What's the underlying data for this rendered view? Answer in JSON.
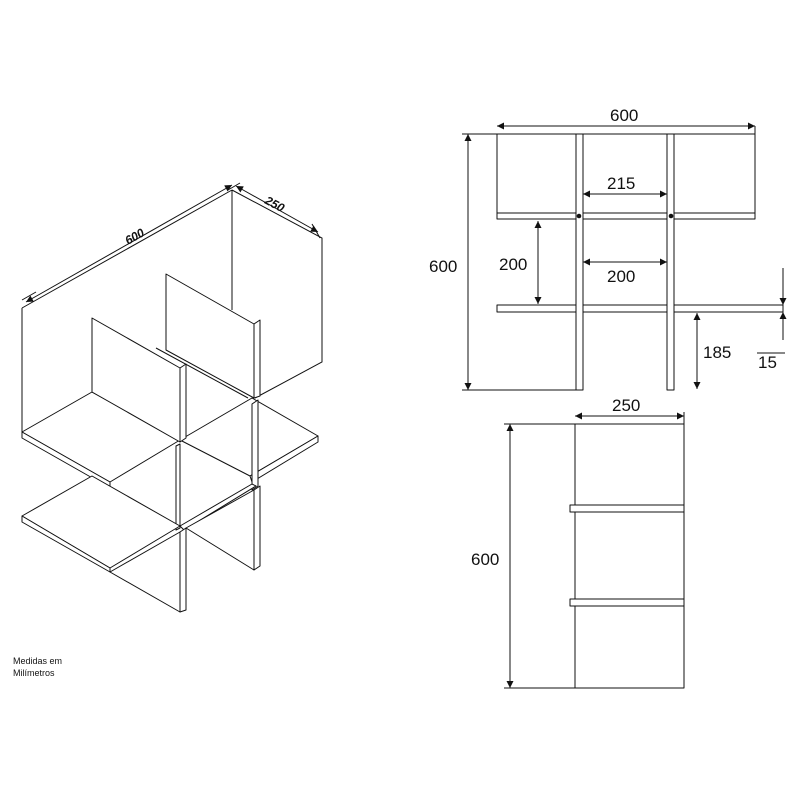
{
  "iso_view": {
    "width_label": "600",
    "depth_label": "250"
  },
  "front_view": {
    "overall_width": "600",
    "overall_height": "600",
    "inner_gap_top": "215",
    "shelf_spacing": "200",
    "inner_gap_bottom": "200",
    "lower_height": "185",
    "thickness": "15"
  },
  "side_view": {
    "depth": "250",
    "height": "600"
  },
  "note": {
    "line1": "Medidas em",
    "line2": "Milímetros"
  },
  "colors": {
    "line": "#111111",
    "background": "#ffffff"
  }
}
